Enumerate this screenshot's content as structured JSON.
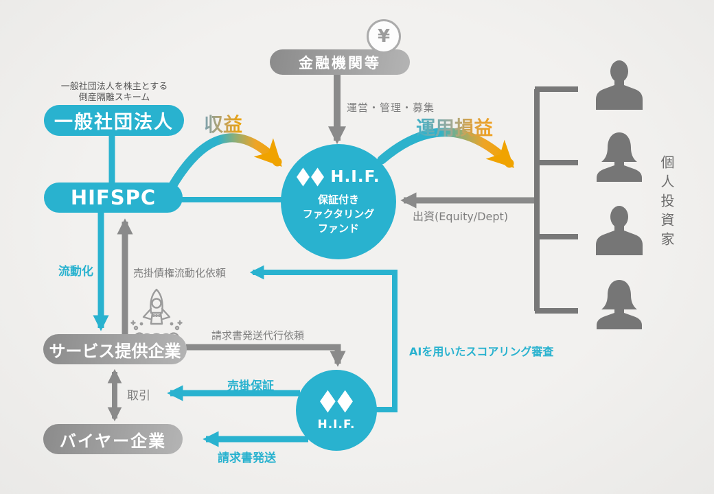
{
  "palette": {
    "teal": "#29b2cf",
    "orange": "#f0a300",
    "gray": "#8a8a8a",
    "background": "#f0efed"
  },
  "nodes": {
    "coin_symbol": "¥",
    "financial_institutions": "金融機関等",
    "scheme_note_line1": "一般社団法人を株主とする",
    "scheme_note_line2": "倒産隔離スキーム",
    "general_incorporated_association": "一般社団法人",
    "hifspc": "HIFSPC",
    "fund_brand": "H.I.F.",
    "fund_line1": "保証付き",
    "fund_line2": "ファクタリング",
    "fund_line3": "ファンド",
    "service_company": "サービス提供企業",
    "buyer_company": "バイヤー企業",
    "hif_small_brand": "H.I.F.",
    "individual_investors": "個人投資家"
  },
  "labels": {
    "management": "運営・管理・募集",
    "revenue": "収益",
    "investment_gain_loss": "運用損益",
    "equity_investment": "出資(Equity/Dept)",
    "securitization": "流動化",
    "receivables_securitization_request": "売掛債権流動化依頼",
    "invoice_dispatch_agency_request": "請求書発送代行依頼",
    "ai_scoring_review": "AIを用いたスコアリング審査",
    "receivables_guarantee": "売掛保証",
    "transaction": "取引",
    "invoice_dispatch": "請求書発送"
  }
}
